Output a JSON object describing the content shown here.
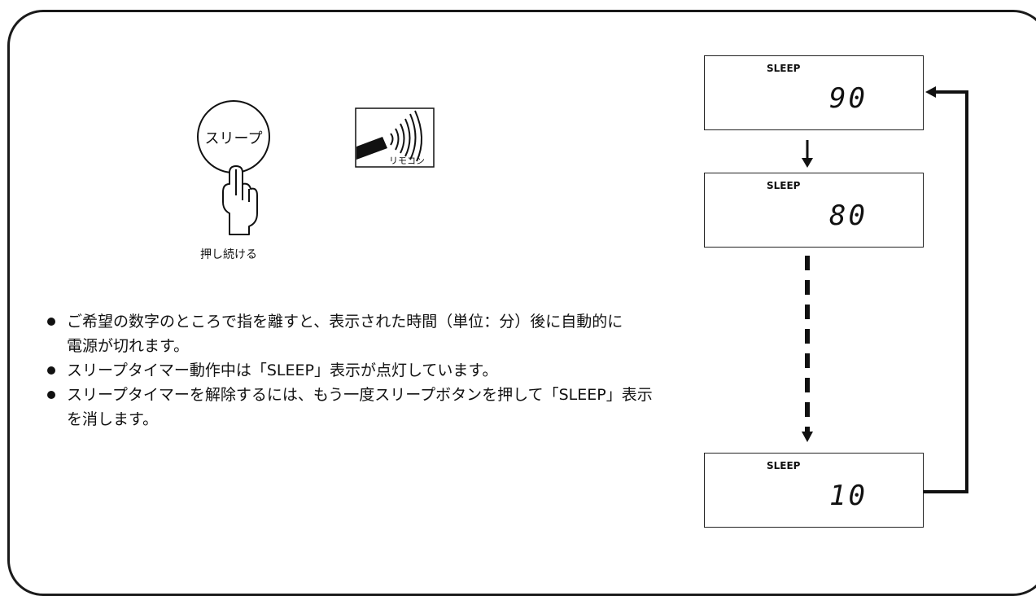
{
  "button": {
    "label": "スリープ",
    "hold_label": "押し続ける"
  },
  "remote": {
    "label": "リモコン"
  },
  "notes": [
    "ご希望の数字のところで指を離すと、表示された時間（単位：分）後に自動的に電源が切れます。",
    "スリープタイマー動作中は「SLEEP」表示が点灯しています。",
    "スリープタイマーを解除するには、もう一度スリープボタンを押して「SLEEP」表示を消します。"
  ],
  "displays": [
    {
      "indicator": "SLEEP",
      "minutes": "90"
    },
    {
      "indicator": "SLEEP",
      "minutes": "80"
    },
    {
      "indicator": "SLEEP",
      "minutes": "10"
    }
  ]
}
